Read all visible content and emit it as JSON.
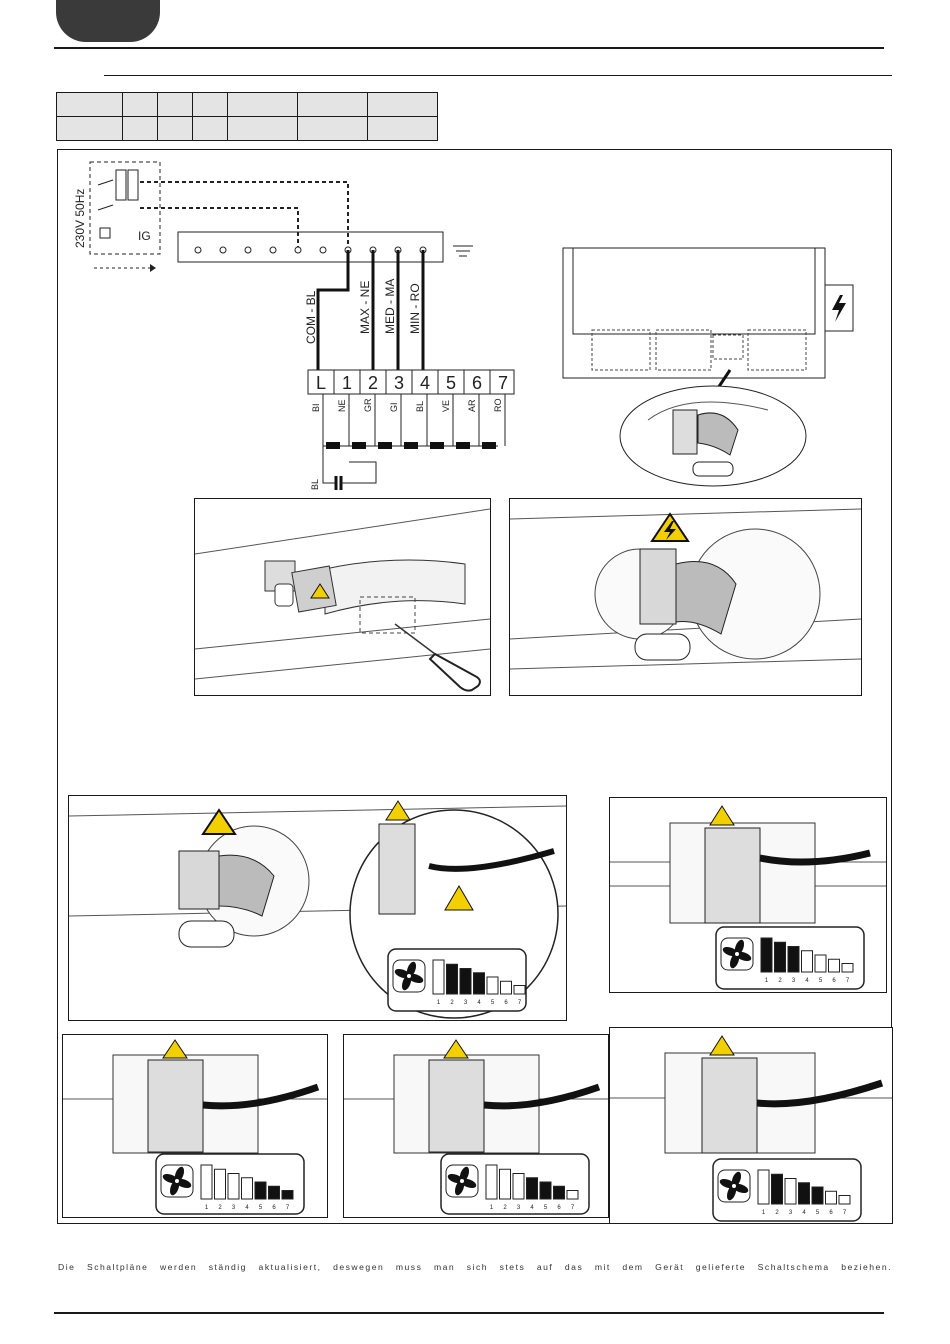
{
  "diagram": {
    "supply_label": "230V 50Hz",
    "controller_label": "IG",
    "wire_labels": [
      "COM - BL",
      "MAX - NE",
      "MED - MA",
      "MIN - RO"
    ],
    "terminal_numbers": [
      "L",
      "1",
      "2",
      "3",
      "4",
      "5",
      "6",
      "7"
    ],
    "motor_wire_codes": [
      "BI",
      "NE",
      "GR",
      "GI",
      "BL",
      "VE",
      "AR",
      "RO"
    ],
    "capacitor_label": "BL"
  },
  "speed_settings": [
    {
      "id": "A",
      "active_speeds": [
        2,
        3,
        4
      ]
    },
    {
      "id": "B",
      "active_speeds": [
        1,
        2,
        3
      ]
    },
    {
      "id": "C",
      "active_speeds": [
        5,
        6,
        7
      ]
    },
    {
      "id": "D",
      "active_speeds": [
        4,
        5,
        6
      ]
    },
    {
      "id": "E",
      "active_speeds": [
        2,
        4,
        5
      ]
    }
  ],
  "speed_scale_numbers": [
    "1",
    "2",
    "3",
    "4",
    "5",
    "6",
    "7"
  ],
  "footnote": "Die Schaltpläne werden ständig aktualisiert, deswegen muss man sich stets auf das mit dem Gerät gelieferte Schaltschema beziehen."
}
